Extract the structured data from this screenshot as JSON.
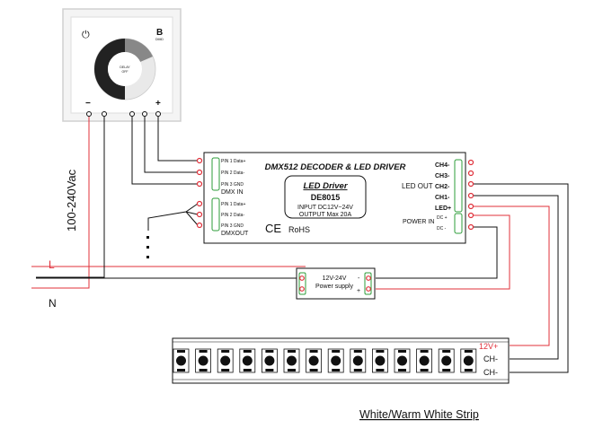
{
  "panel": {
    "power_symbol": "⏻",
    "mode_label": "B",
    "mode_sub": "DIMD",
    "center_label_1": "DELAY",
    "center_label_2": "OFF",
    "minus_label": "−",
    "plus_label": "+"
  },
  "voltage_label": "100-240Vac",
  "mains": {
    "l_label": "L",
    "n_label": "N"
  },
  "decoder": {
    "title": "DMX512 DECODER & LED DRIVER",
    "dmx_in_pins": [
      "PIN 1 Data+",
      "PIN 2 Data-",
      "PIN 3 GND"
    ],
    "dmx_in_label": "DMX IN",
    "dmx_out_pins": [
      "PIN 1 Data+",
      "PIN 2 Data-",
      "PIN 3 GND"
    ],
    "dmx_out_label": "DMXOUT",
    "inner_title": "LED Driver",
    "model": "DE8015",
    "input_spec": "INPUT DC12V~24V",
    "output_spec": "OUTPUT  Max 20A",
    "ce_mark": "CE",
    "rohs_label": "RoHS",
    "out_pins": [
      "CH4-",
      "CH3-",
      "CH2-",
      "CH1-",
      "LED+"
    ],
    "led_out_label": "LED OUT",
    "power_in_label": "POWER IN",
    "power_pins": [
      "DC +",
      "DC -"
    ]
  },
  "power_supply": {
    "line1": "12V-24V",
    "line2": "Power supply",
    "minus": "-",
    "plus": "+"
  },
  "strip": {
    "led_count": 14,
    "labels": [
      "12V+",
      "CH-",
      "CH-"
    ],
    "caption": "White/Warm White Strip"
  },
  "colors": {
    "wire": "#111111",
    "red_wire": "#e0303a",
    "panel_border": "#c8c8c8"
  }
}
